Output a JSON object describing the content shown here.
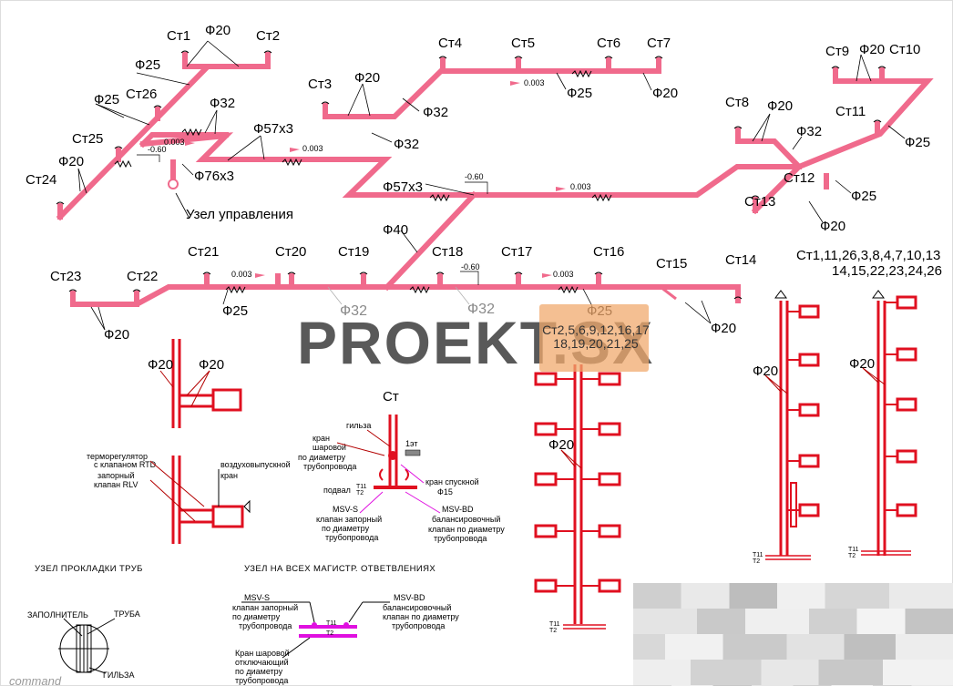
{
  "labels": {
    "st1": "Ст1",
    "st2": "Ст2",
    "st3": "Ст3",
    "st4": "Ст4",
    "st5": "Ст5",
    "st6": "Ст6",
    "st7": "Ст7",
    "st8": "Ст8",
    "st9": "Ст9",
    "st10": "Ст10",
    "st11": "Ст11",
    "st12": "Ст12",
    "st13": "Ст13",
    "st14": "Ст14",
    "st15": "Ст15",
    "st16": "Ст16",
    "st17": "Ст17",
    "st18": "Ст18",
    "st19": "Ст19",
    "st20": "Ст20",
    "st21": "Ст21",
    "st22": "Ст22",
    "st23": "Ст23",
    "st24": "Ст24",
    "st25": "Ст25",
    "st26": "Ст26",
    "d20": "Ф20",
    "d25": "Ф25",
    "d32": "Ф32",
    "d40": "Ф40",
    "d57": "Ф57х3",
    "d76": "Ф76х3",
    "slope": "0.003",
    "mark": "-0.60",
    "control_node": "Узел управления",
    "riser_group_a_line1": "Ст1,11,26,3,8,4,7,10,13",
    "riser_group_a_line2": "14,15,22,23,24,26",
    "riser_group_b_line1": "Ст2,5,6,9,12,16,17",
    "riser_group_b_line2": "18,19,20,21,25",
    "st": "Ст",
    "t1": "Т11",
    "t2": "Т2",
    "gilza": "гильза",
    "kran_sharovoy": "кран",
    "kran_sharovoy2": "шаровой",
    "po_diam": "по диаметру",
    "truboprovoda": "трубопровода",
    "1et": "1эт",
    "podval": "подвал",
    "kran_spusk": "кран спускной",
    "f15": "Ф15",
    "msvs": "MSV-S",
    "msvbd": "MSV-BD",
    "klapan_zap": "клапан запорный",
    "balans": "балансировочный",
    "klapan_po": "клапан по диаметру",
    "termoreg": "терморегулятор",
    "s_klapanom": "с клапаном RTD",
    "zapornyi": "запорный",
    "klapan_rlv": "клапан RLV",
    "vozdukh": "воздуховыпускной",
    "kran": "кран",
    "uzel_prokl": "УЗЕЛ ПРОКЛАДКИ ТРУБ",
    "uzel_vsekh": "УЗЕЛ  НА ВСЕХ  МАГИСТР. ОТВЕТВЛЕНИЯХ",
    "zapolnitel": "ЗАПОЛНИТЕЛЬ",
    "truba": "ТРУБА",
    "gilza_cap": "ГИЛЬЗА",
    "kran_sharovoy_otkl": "Кран шаровой",
    "otkl": "отключающий",
    "balans_klapan": "клапан по диаметру"
  },
  "watermark": {
    "brand": "PROEKT.SX"
  },
  "command_line": "command",
  "colors": {
    "pipe": "#f06a8c",
    "riser": "#e01020",
    "pale": "#f3b0c4"
  }
}
